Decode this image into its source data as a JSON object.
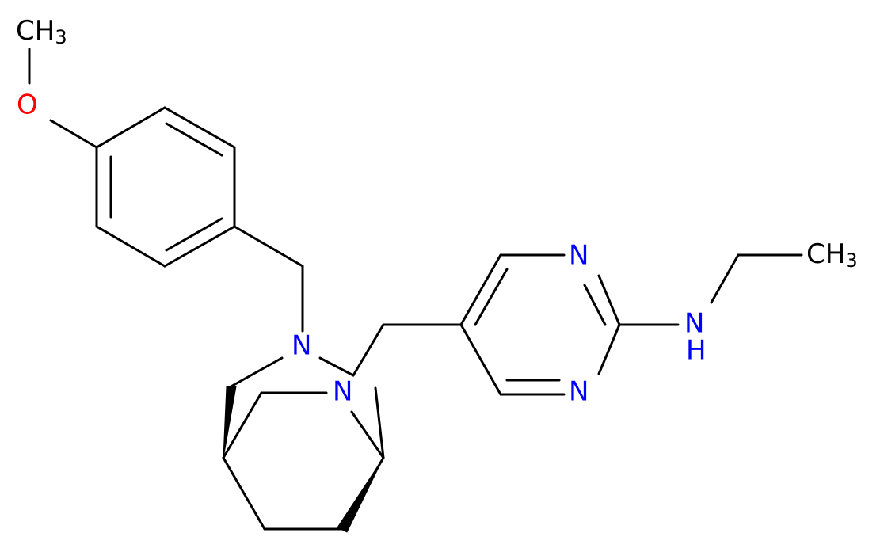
{
  "molecule": {
    "colors": {
      "bond": "#000000",
      "nitrogen": "#0000ff",
      "oxygen": "#ff0000",
      "carbon": "#000000"
    },
    "labels": {
      "methoxy_ch3_main": "CH",
      "methoxy_ch3_sub": "3",
      "oxygen": "O",
      "n_bicyclic_upper": "N",
      "n_bicyclic_lower": "N",
      "n_pyrimidine_top": "N",
      "n_pyrimidine_bottom": "N",
      "amine_n": "N",
      "amine_h": "H",
      "ethyl_ch3_main": "CH",
      "ethyl_ch3_sub": "3"
    }
  }
}
